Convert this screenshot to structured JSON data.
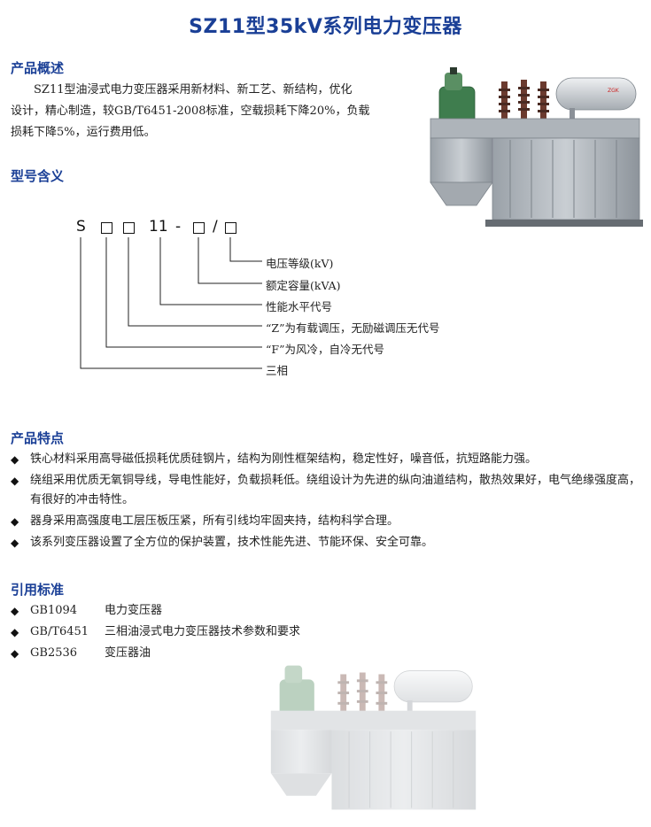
{
  "page": {
    "title": "SZ11型35kV系列电力变压器"
  },
  "overview": {
    "heading": "产品概述",
    "line1": "SZ11型油浸式电力变压器采用新材料、新工艺、新结构，优化",
    "line2": "设计，精心制造，较GB/T6451-2008标准，空载损耗下降20%，负载",
    "line3": "损耗下降5%，运行费用低。"
  },
  "model": {
    "heading": "型号含义",
    "code": {
      "s": "S",
      "digits": "11",
      "dash": "-",
      "slash": "/"
    },
    "labels": [
      "电压等级(kV)",
      "额定容量(kVA)",
      "性能水平代号",
      "“Z”为有载调压，无励磁调压无代号",
      "“F”为风冷，自冷无代号",
      "三相"
    ]
  },
  "features": {
    "heading": "产品特点",
    "bullet": "◆",
    "items": [
      "铁心材料采用高导磁低损耗优质硅钢片，结构为刚性框架结构，稳定性好，噪音低，抗短路能力强。",
      "绕组采用优质无氧铜导线，导电性能好，负载损耗低。绕组设计为先进的纵向油道结构，散热效果好，电气绝缘强度高，有很好的冲击特性。",
      "器身采用高强度电工层压板压紧，所有引线均牢固夹持，结构科学合理。",
      "该系列变压器设置了全方位的保护装置，技术性能先进、节能环保、安全可靠。"
    ]
  },
  "standards": {
    "heading": "引用标准",
    "bullet": "◆",
    "items": [
      {
        "code": "GB1094",
        "name": "电力变压器"
      },
      {
        "code": "GB/T6451",
        "name": "三相油浸式电力变压器技术参数和要求"
      },
      {
        "code": "GB2536",
        "name": "变压器油"
      }
    ]
  },
  "colors": {
    "heading": "#1a3f96",
    "text": "#222222",
    "tank": "#b9bfc6",
    "conservator": "#d6d9dc",
    "bushing": "#6b3a2e",
    "valve": "#3f7d4e"
  }
}
